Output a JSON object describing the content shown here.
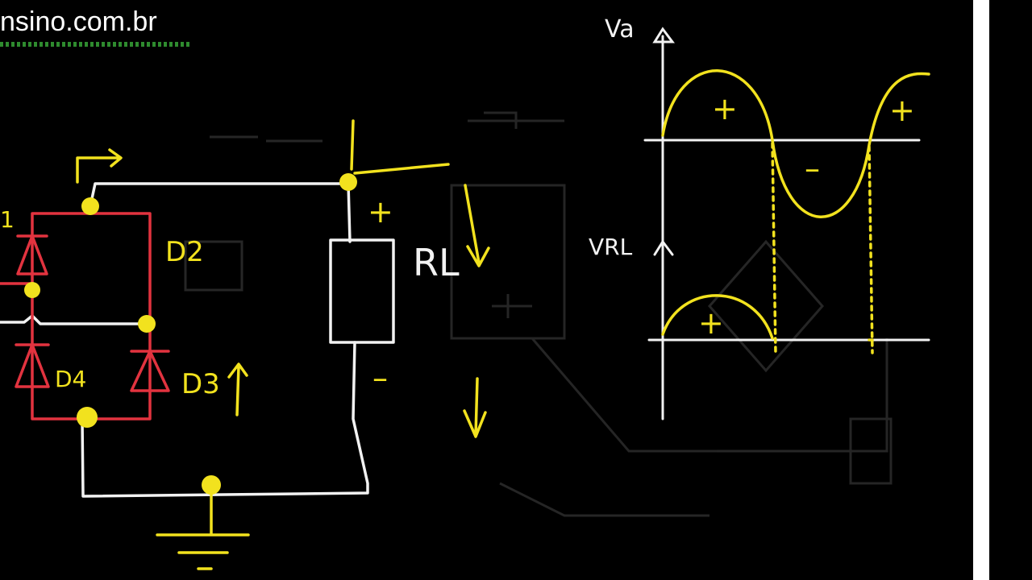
{
  "watermark": {
    "text": "nsino.com.br"
  },
  "circuit": {
    "labels": {
      "d1_partial": "1",
      "d2": "D2",
      "d3": "D3",
      "d4": "D4",
      "load": "RL",
      "plus": "+",
      "minus": "–"
    }
  },
  "graphs": {
    "input": {
      "axis_label": "Va",
      "pos_half": "+",
      "neg_half": "–",
      "pos_half_2": "+"
    },
    "output": {
      "axis_label": "VRL",
      "pos_half": "+"
    }
  },
  "colors": {
    "background": "#000000",
    "wire": "#f2f2f2",
    "bridge": "#e2333f",
    "marker": "#f2e21e",
    "ground": "#f2e21e",
    "strip": "#ffffff"
  }
}
